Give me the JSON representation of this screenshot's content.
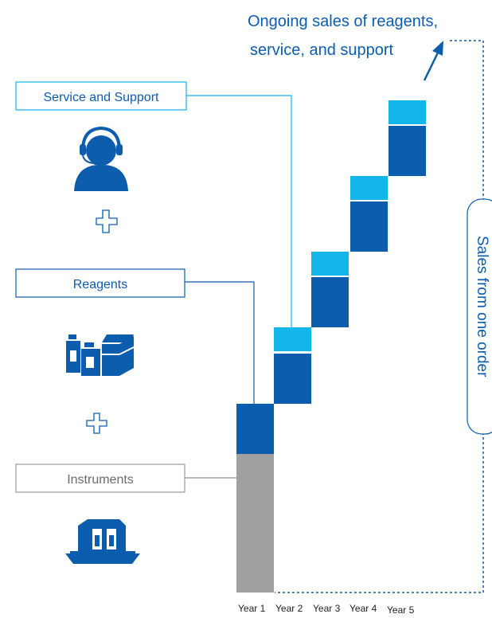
{
  "header": {
    "line1": "Ongoing sales of reagents,",
    "line2": "service, and support"
  },
  "boxes": {
    "service": "Service and Support",
    "reagents": "Reagents",
    "instruments": "Instruments"
  },
  "side_label": "Sales from one order",
  "years": [
    "Year 1",
    "Year 2",
    "Year 3",
    "Year 4",
    "Year 5"
  ],
  "colors": {
    "instrument": "#A0A0A0",
    "reagent": "#0C5DAE",
    "service": "#13B6EA",
    "text_blue": "#0C5DAE",
    "cyan": "#13B6EA"
  }
}
